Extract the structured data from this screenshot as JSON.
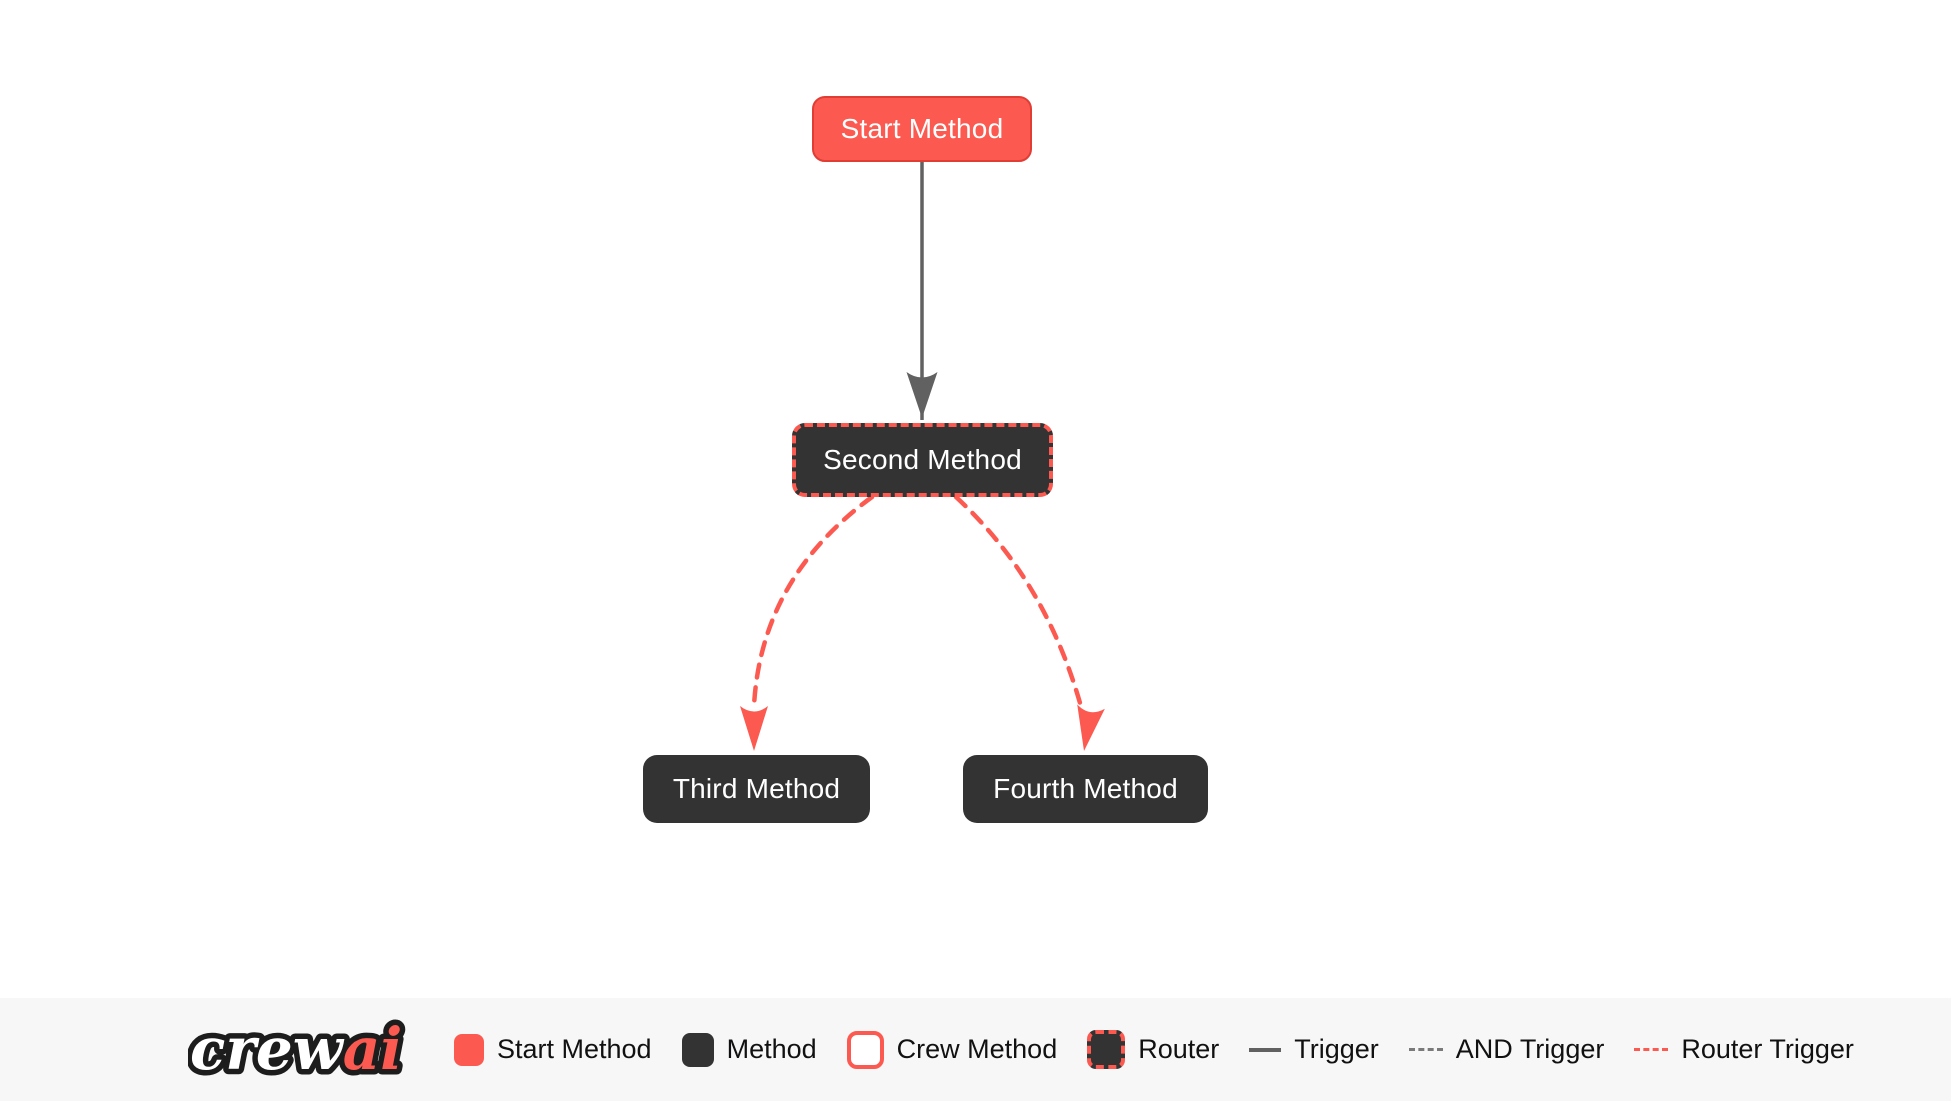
{
  "diagram": {
    "nodes": [
      {
        "id": "start_method",
        "label": "Start Method",
        "type": "start-method"
      },
      {
        "id": "second_method",
        "label": "Second Method",
        "type": "router"
      },
      {
        "id": "third_method",
        "label": "Third Method",
        "type": "method"
      },
      {
        "id": "fourth_method",
        "label": "Fourth Method",
        "type": "method"
      }
    ],
    "edges": [
      {
        "from": "start_method",
        "to": "second_method",
        "type": "trigger"
      },
      {
        "from": "second_method",
        "to": "third_method",
        "type": "router-trigger"
      },
      {
        "from": "second_method",
        "to": "fourth_method",
        "type": "router-trigger"
      }
    ]
  },
  "legend": {
    "logo": {
      "part1": "crew",
      "part2": "ai"
    },
    "items": [
      {
        "label": "Start Method",
        "swatch": "start-method-swatch"
      },
      {
        "label": "Method",
        "swatch": "method-swatch"
      },
      {
        "label": "Crew Method",
        "swatch": "crew-method-swatch"
      },
      {
        "label": "Router",
        "swatch": "router-swatch"
      },
      {
        "label": "Trigger",
        "swatch": "trigger-line"
      },
      {
        "label": "AND Trigger",
        "swatch": "and-trigger-line"
      },
      {
        "label": "Router Trigger",
        "swatch": "router-trigger-line"
      }
    ]
  },
  "colors": {
    "accent_red": "#FC5A50",
    "accent_red_border": "#E03E35",
    "node_dark": "#333333",
    "edge_gray": "#616161",
    "legend_background": "#F7F7F8",
    "canvas_background": "#FFFFFF"
  }
}
